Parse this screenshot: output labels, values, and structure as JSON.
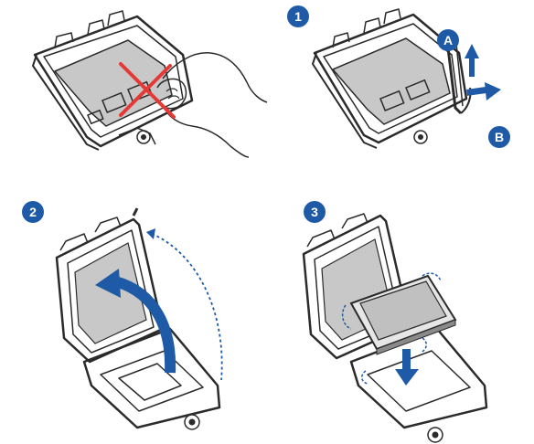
{
  "steps": [
    {
      "number": "",
      "label": ""
    },
    {
      "number": "1",
      "badges": [
        "A",
        "B"
      ]
    },
    {
      "number": "2"
    },
    {
      "number": "3"
    }
  ],
  "colors": {
    "accent": "#1f5aa6",
    "outline": "#2b2b2b",
    "cpu_fill": "#c8c8c8",
    "warning": "#e53935"
  },
  "icons": [
    "no-touch-cross-icon",
    "arrow-up-icon",
    "arrow-right-icon",
    "curved-lift-arrow-icon",
    "down-arrow-icon"
  ]
}
